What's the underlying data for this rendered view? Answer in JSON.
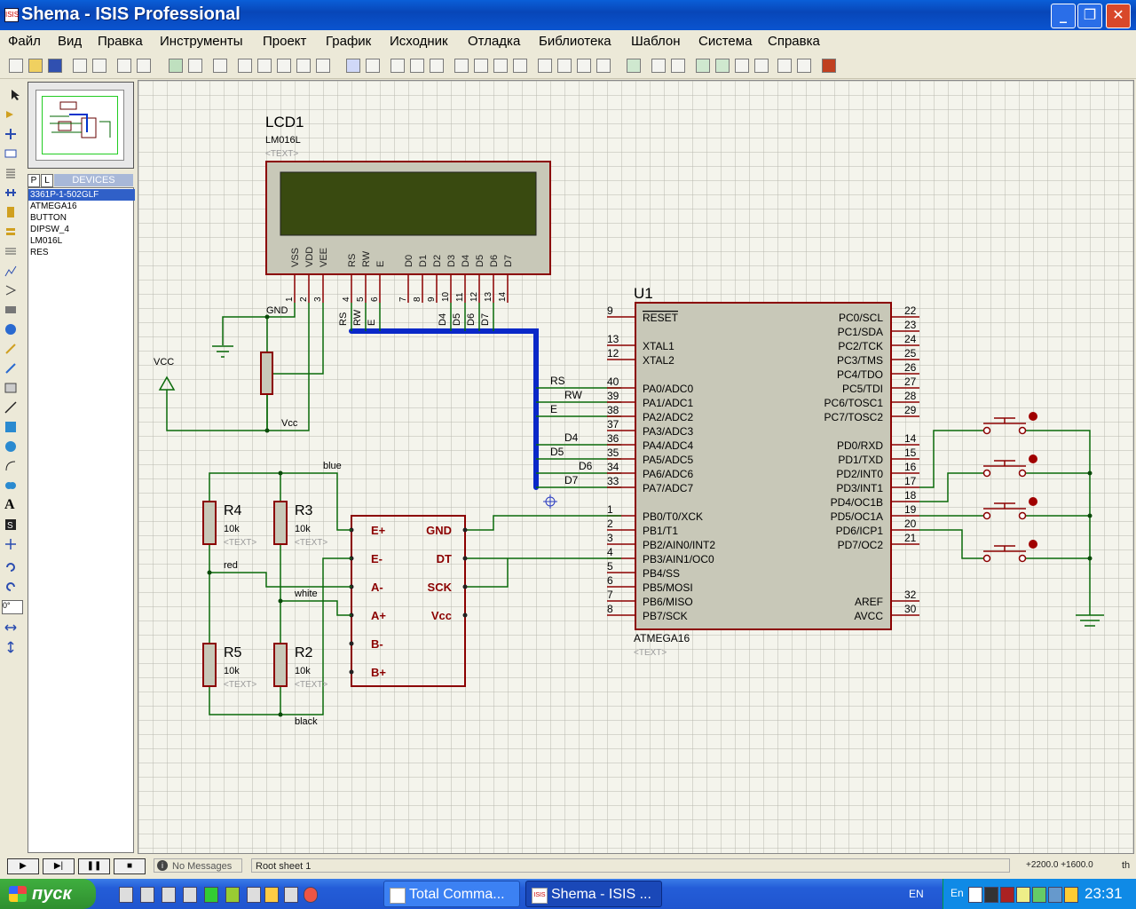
{
  "window": {
    "title": "Shema - ISIS Professional",
    "icon_text": "ISIS"
  },
  "menu": [
    "Файл",
    "Вид",
    "Правка",
    "Инструменты",
    "Проект",
    "График",
    "Исходник",
    "Отладка",
    "Библиотека",
    "Шаблон",
    "Система",
    "Справка"
  ],
  "panel": {
    "tabs": [
      "P",
      "L"
    ],
    "devices_label": "DEVICES",
    "devices": [
      "3361P-1-502GLF",
      "ATMEGA16",
      "BUTTON",
      "DIPSW_4",
      "LM016L",
      "RES"
    ],
    "selected_index": 0,
    "angle_value": "0°"
  },
  "schematic": {
    "lcd": {
      "ref": "LCD1",
      "model": "LM016L",
      "text": "<TEXT>",
      "pin_names": [
        "VSS",
        "VDD",
        "VEE",
        "RS",
        "RW",
        "E",
        "D0",
        "D1",
        "D2",
        "D3",
        "D4",
        "D5",
        "D6",
        "D7"
      ],
      "pin_numbers": [
        "1",
        "2",
        "3",
        "4",
        "5",
        "6",
        "7",
        "8",
        "9",
        "10",
        "11",
        "12",
        "13",
        "14"
      ]
    },
    "mcu": {
      "ref": "U1",
      "model": "ATMEGA16",
      "text": "<TEXT>",
      "left_pins": [
        {
          "num": "9",
          "name": "RESET"
        },
        {
          "num": "13",
          "name": "XTAL1"
        },
        {
          "num": "12",
          "name": "XTAL2"
        },
        {
          "num": "40",
          "name": "PA0/ADC0"
        },
        {
          "num": "39",
          "name": "PA1/ADC1"
        },
        {
          "num": "38",
          "name": "PA2/ADC2"
        },
        {
          "num": "37",
          "name": "PA3/ADC3"
        },
        {
          "num": "36",
          "name": "PA4/ADC4"
        },
        {
          "num": "35",
          "name": "PA5/ADC5"
        },
        {
          "num": "34",
          "name": "PA6/ADC6"
        },
        {
          "num": "33",
          "name": "PA7/ADC7"
        },
        {
          "num": "1",
          "name": "PB0/T0/XCK"
        },
        {
          "num": "2",
          "name": "PB1/T1"
        },
        {
          "num": "3",
          "name": "PB2/AIN0/INT2"
        },
        {
          "num": "4",
          "name": "PB3/AIN1/OC0"
        },
        {
          "num": "5",
          "name": "PB4/SS"
        },
        {
          "num": "6",
          "name": "PB5/MOSI"
        },
        {
          "num": "7",
          "name": "PB6/MISO"
        },
        {
          "num": "8",
          "name": "PB7/SCK"
        }
      ],
      "right_pins": [
        {
          "num": "22",
          "name": "PC0/SCL"
        },
        {
          "num": "23",
          "name": "PC1/SDA"
        },
        {
          "num": "24",
          "name": "PC2/TCK"
        },
        {
          "num": "25",
          "name": "PC3/TMS"
        },
        {
          "num": "26",
          "name": "PC4/TDO"
        },
        {
          "num": "27",
          "name": "PC5/TDI"
        },
        {
          "num": "28",
          "name": "PC6/TOSC1"
        },
        {
          "num": "29",
          "name": "PC7/TOSC2"
        },
        {
          "num": "14",
          "name": "PD0/RXD"
        },
        {
          "num": "15",
          "name": "PD1/TXD"
        },
        {
          "num": "16",
          "name": "PD2/INT0"
        },
        {
          "num": "17",
          "name": "PD3/INT1"
        },
        {
          "num": "18",
          "name": "PD4/OC1B"
        },
        {
          "num": "19",
          "name": "PD5/OC1A"
        },
        {
          "num": "20",
          "name": "PD6/ICP1"
        },
        {
          "num": "21",
          "name": "PD7/OC2"
        },
        {
          "num": "32",
          "name": "AREF"
        },
        {
          "num": "30",
          "name": "AVCC"
        }
      ]
    },
    "hx711": {
      "left": [
        "E+",
        "E-",
        "A-",
        "A+",
        "B-",
        "B+"
      ],
      "right": [
        "GND",
        "DT",
        "SCK",
        "Vcc"
      ]
    },
    "resistors": [
      {
        "ref": "R4",
        "value": "10k",
        "text": "<TEXT>"
      },
      {
        "ref": "R3",
        "value": "10k",
        "text": "<TEXT>"
      },
      {
        "ref": "R5",
        "value": "10k",
        "text": "<TEXT>"
      },
      {
        "ref": "R2",
        "value": "10k",
        "text": "<TEXT>"
      }
    ],
    "wire_labels": {
      "blue": "blue",
      "red": "red",
      "white": "white",
      "black": "black"
    },
    "net_labels": {
      "rs": "RS",
      "rw": "RW",
      "e": "E",
      "d4": "D4",
      "d5": "D5",
      "d6": "D6",
      "d7": "D7",
      "gnd": "GND",
      "vcc": "VCC",
      "vcc_small": "Vcc"
    },
    "bus_labels": [
      "RS",
      "RW",
      "E",
      "D4",
      "D5",
      "D6",
      "D7"
    ],
    "bus_nums": [
      "4",
      "5",
      "6"
    ]
  },
  "status": {
    "messages": "No Messages",
    "sheet": "Root sheet 1",
    "x": "+2200.0",
    "y": "+1600.0",
    "units": "th"
  },
  "taskbar": {
    "start": "пуск",
    "tasks": [
      "Total Comma...",
      "Shema - ISIS ..."
    ],
    "lang": "EN",
    "lang2": "En",
    "time": "23:31"
  },
  "colors": {
    "wire": "#0a6a0a",
    "comp": "#8b0000",
    "bus": "#0a28c8",
    "lcd_screen": "#394a10",
    "grid": "#b8b8ae"
  }
}
